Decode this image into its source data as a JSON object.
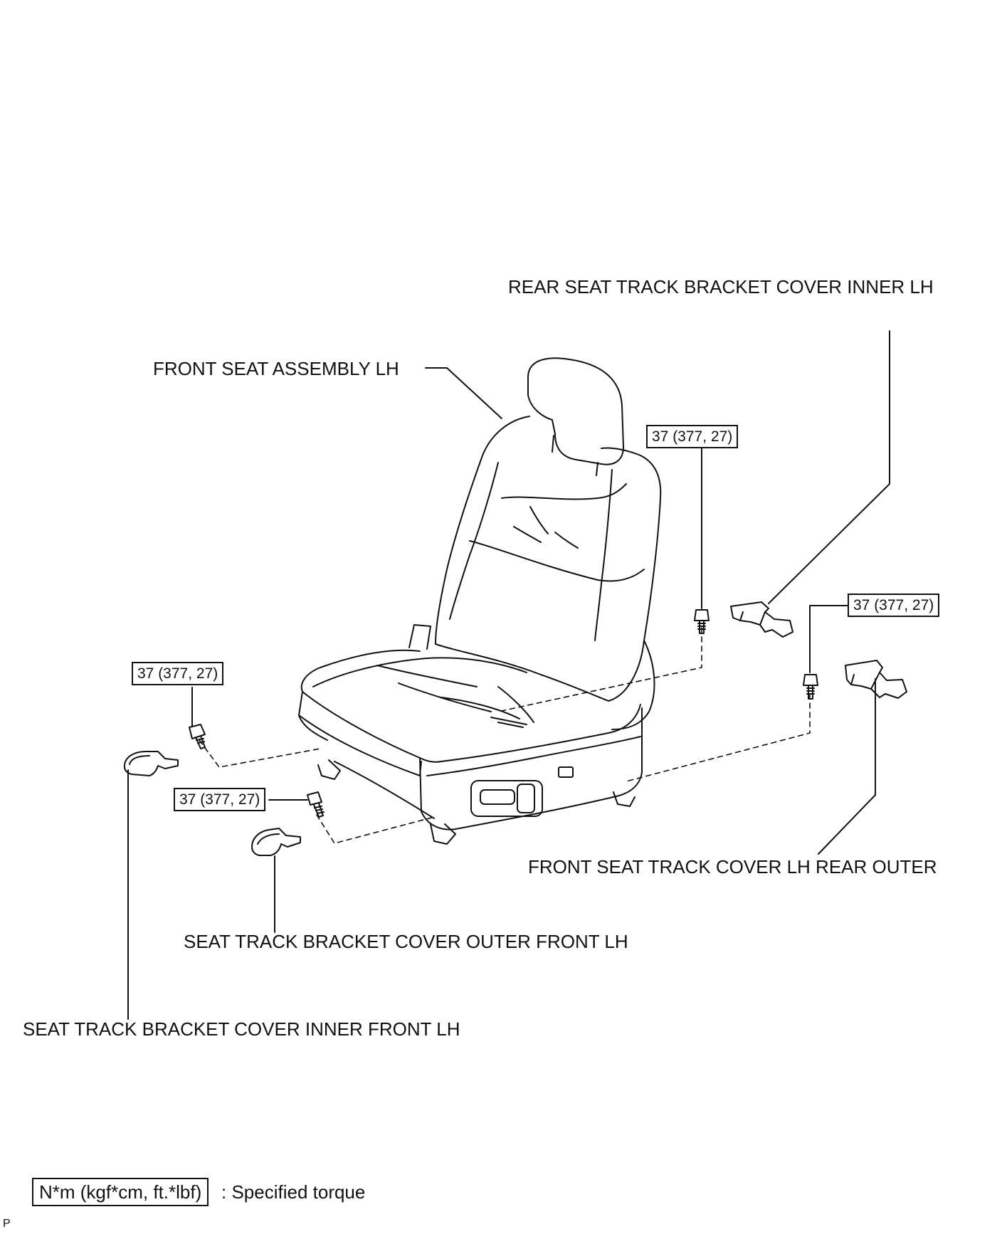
{
  "labels": {
    "rear_inner": "REAR SEAT TRACK BRACKET COVER INNER LH",
    "front_seat": "FRONT SEAT ASSEMBLY LH",
    "rear_outer": "FRONT SEAT TRACK COVER LH REAR OUTER",
    "outer_front": "SEAT TRACK BRACKET COVER OUTER FRONT LH",
    "inner_front": "SEAT TRACK BRACKET COVER INNER FRONT LH"
  },
  "torque": {
    "rear_inner_bolt": "37 (377, 27)",
    "rear_outer_bolt": "37 (377, 27)",
    "front_inner_bolt": "37 (377, 27)",
    "front_outer_bolt": "37 (377, 27)"
  },
  "legend": {
    "unit": "N*m (kgf*cm, ft.*lbf)",
    "meaning": ": Specified torque"
  },
  "ref_code": "P"
}
